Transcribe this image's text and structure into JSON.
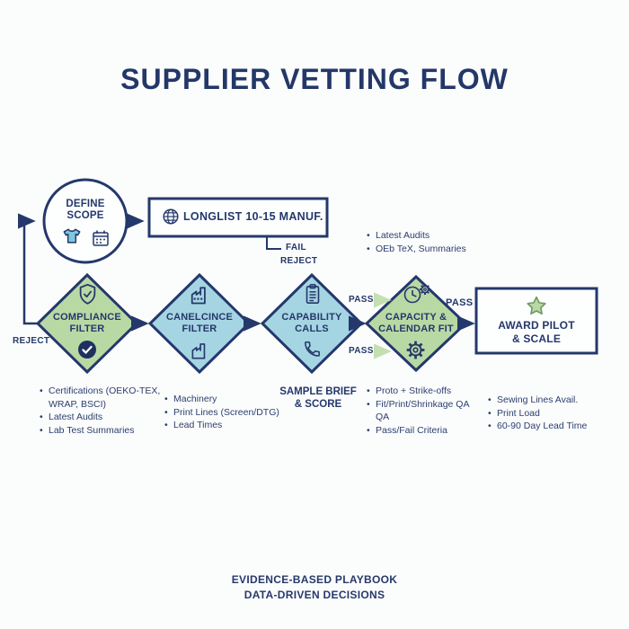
{
  "page": {
    "title": "SUPPLIER VETTING FLOW",
    "footer_line1": "EVIDENCE-BASED PLAYBOOK",
    "footer_line2": "DATA-DRIVEN DECISIONS"
  },
  "colors": {
    "navy": "#24386b",
    "diamond_green": "#b9d9a4",
    "diamond_blue": "#a5d5e2",
    "pass_arrow_green": "#c6dfb2",
    "tshirt_blue": "#7ec8dd",
    "background": "#fbfcfc"
  },
  "flow": {
    "define_scope": {
      "line1": "DEFINE",
      "line2": "SCOPE"
    },
    "longlist": {
      "label": "LONGLIST 10-15 MANUF."
    },
    "fail_label": "FAIL",
    "reject_top": "REJECT",
    "reject_left": "REJECT",
    "pass_upper": "PASS",
    "pass_lower": "PASS",
    "pass_final": "PASS",
    "diamonds": [
      {
        "line1": "COMPLIANCE",
        "line2": "FILTER",
        "color": "green",
        "top_icon": "shield-check-icon",
        "bottom_icon": "check-circle-icon"
      },
      {
        "line1": "CANELCINCE",
        "line2": "FILTER",
        "color": "blue",
        "top_icon": "factory-icon",
        "bottom_icon": "factory-icon"
      },
      {
        "line1": "CAPABILITY",
        "line2": "CALLS",
        "color": "blue",
        "top_icon": "clipboard-icon",
        "bottom_icon": "phone-icon"
      },
      {
        "line1": "CAPACITY &",
        "line2": "CALENDAR FIT",
        "color": "green",
        "top_icon": "clock-gear-icon",
        "bottom_icon": "gear-icon"
      }
    ],
    "award": {
      "line1": "AWARD PILOT",
      "line2": "& SCALE",
      "icon": "star-icon"
    }
  },
  "notes": {
    "top_right": [
      "Latest Audits",
      "OEb TeX, Summaries"
    ],
    "compliance": [
      "Certifications (OEKO-TEX, WRAP, BSCI)",
      "Latest Audits",
      "Lab Test Summaries"
    ],
    "machinery": [
      "Machinery",
      "Print Lines (Screen/DTG)",
      "Lead Times"
    ],
    "capability_caption": [
      "SAMPLE BRIEF",
      "& SCORE"
    ],
    "capacity": [
      "Proto + Strike-offs",
      "Fit/Print/Shrinkage QA QA",
      "Pass/Fail Criteria"
    ],
    "award": [
      "Sewing Lines Avail.",
      "Print Load",
      "60-90 Day Lead Time"
    ]
  }
}
